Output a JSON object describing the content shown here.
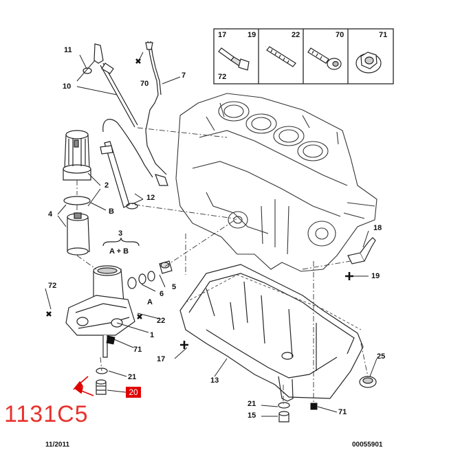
{
  "labels": {
    "l11": "11",
    "l10": "10",
    "l70a": "70",
    "l7": "7",
    "l2": "2",
    "l4": "4",
    "lB": "B",
    "l12": "12",
    "l3": "3",
    "lAB": "A + B",
    "l72": "72",
    "l5": "5",
    "l6": "6",
    "lA": "A",
    "l22": "22",
    "l1": "1",
    "l71a": "71",
    "l18": "18",
    "l19": "19",
    "l17": "17",
    "l13": "13",
    "l21a": "21",
    "l25": "25",
    "l21b": "21",
    "l15": "15",
    "l71b": "71"
  },
  "fastener_key": {
    "cell1_top_left": "17",
    "cell1_top_right": "19",
    "cell1_bottom_left": "72",
    "cell2": "22",
    "cell3": "70",
    "cell4": "71"
  },
  "callout_20": "20",
  "reference_code": "1131C5",
  "footer": {
    "date": "11/2011",
    "drawing_number": "00055901"
  },
  "colors": {
    "line": "#222222",
    "accent_red": "#e00000",
    "reference_red": "#e8322c"
  }
}
